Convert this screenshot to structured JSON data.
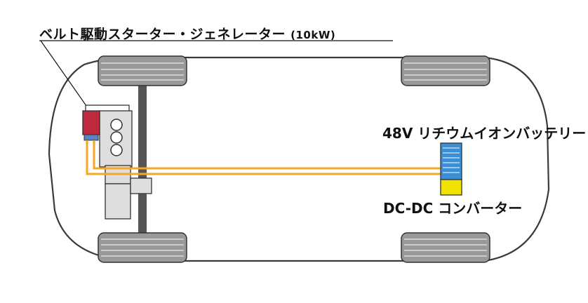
{
  "labels": {
    "bsg": "ベルト駆動スターター・ジェネレーター",
    "bsg_unit": "(10kW)",
    "battery": "48V リチウムイオンバッテリー",
    "dcdc": "DC-DC コンバーター"
  },
  "colors": {
    "body_outline": "#3a3a3a",
    "tire": "#999999",
    "tire_outline": "#333333",
    "axle": "#555555",
    "cable": "#f5a623",
    "generator": "#c0283c",
    "generator_base": "#5b84c7",
    "battery_cells": "#3a8fd6",
    "converter": "#f2e200",
    "engine": "#dedede"
  }
}
